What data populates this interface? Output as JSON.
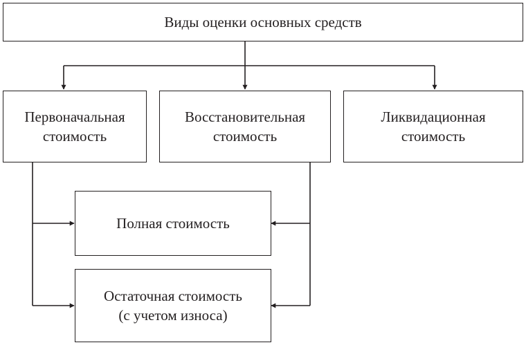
{
  "diagram": {
    "root": {
      "label": "Виды оценки основных средств"
    },
    "types": [
      {
        "label": "Первоначальная\nстоимость"
      },
      {
        "label": "Восстановительная\nстоимость"
      },
      {
        "label": "Ликвидационная\nстоимость"
      }
    ],
    "derived": [
      {
        "label": "Полная стоимость"
      },
      {
        "label": "Остаточная стоимость\n(с учетом износа)"
      }
    ]
  }
}
